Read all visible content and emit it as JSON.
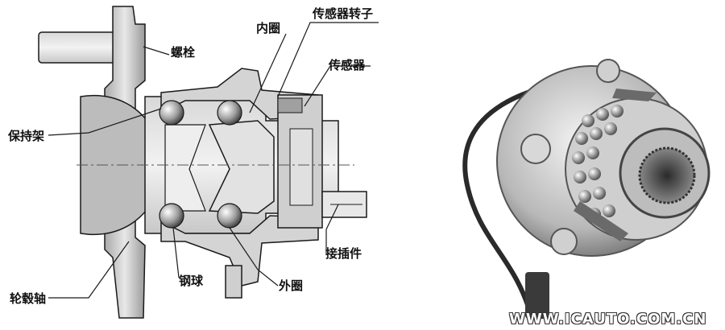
{
  "labels": {
    "bolt": "螺栓",
    "inner_ring": "内圈",
    "sensor_rotor": "传感器转子",
    "sensor": "传感器",
    "cage": "保持架",
    "connector": "接插件",
    "steel_ball": "钢球",
    "outer_ring": "外圈",
    "hub_shaft": "轮毂轴"
  },
  "watermark": "WWW.ICAUTO.COM.CN",
  "colors": {
    "line": "#1a1a1a",
    "metal_light": "#e6e6e6",
    "metal_mid": "#bdbdbd",
    "metal_dark": "#8a8a8a"
  }
}
